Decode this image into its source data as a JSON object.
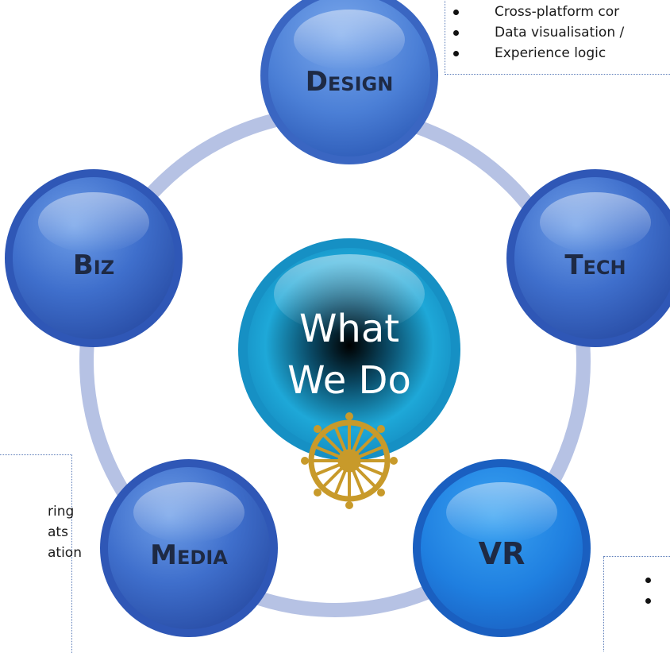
{
  "center": {
    "line1": "What",
    "line2": "We Do"
  },
  "nodes": [
    {
      "id": "design",
      "label": "Design"
    },
    {
      "id": "tech",
      "label": "Tech"
    },
    {
      "id": "vr",
      "label": "VR"
    },
    {
      "id": "media",
      "label": "Media"
    },
    {
      "id": "biz",
      "label": "Biz"
    }
  ],
  "callout_top": {
    "items": [
      "Cross-platform cor",
      "Data visualisation /",
      "Experience logic"
    ]
  },
  "callout_left": {
    "items": [
      "ring",
      "ats",
      "",
      "ation"
    ]
  },
  "callout_bottom_right": {
    "items": [
      "",
      ""
    ]
  },
  "icons": {
    "emblem": "ships-wheel-icon"
  },
  "colors": {
    "node_dark": "#2f57b6",
    "node_light": "#5a8ee0",
    "ring": "#b6c2e4",
    "center": "#1ea8d8",
    "emblem": "#c89a2a",
    "callout_border": "#5b7cb8"
  }
}
